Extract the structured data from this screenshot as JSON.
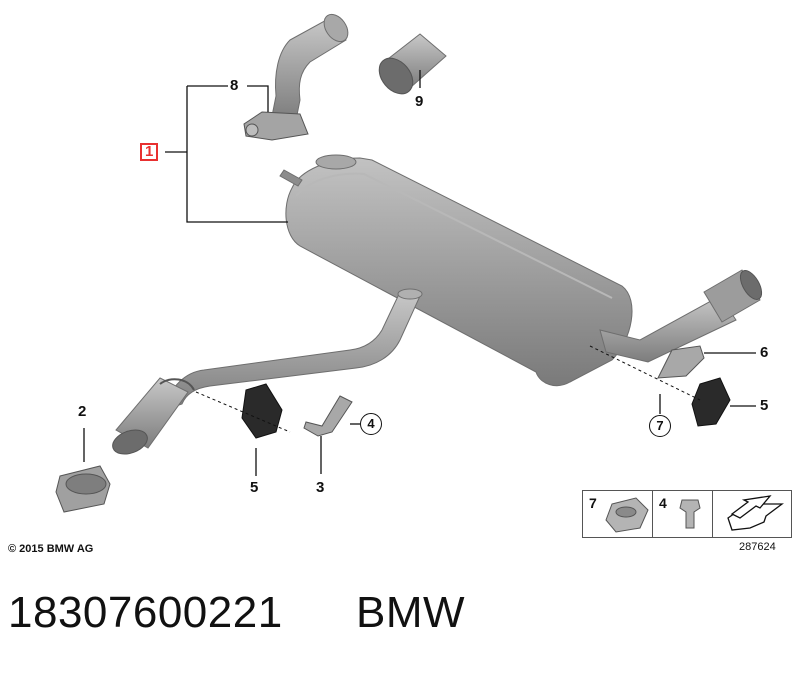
{
  "diagram": {
    "callouts": {
      "c1": "1",
      "c2": "2",
      "c3": "3",
      "c4": "4",
      "c5a": "5",
      "c5b": "5",
      "c6": "6",
      "c7": "7",
      "c8": "8",
      "c9": "9"
    },
    "hardware_table": {
      "cell1": "7",
      "cell2": "4"
    },
    "copyright": "© 2015 BMW AG",
    "diagram_id": "287624"
  },
  "caption": {
    "part_number": "18307600221",
    "brand": "BMW"
  },
  "colors": {
    "part_fill": "#9a9a9a",
    "part_shadow": "#7b7b7b",
    "part_highlight": "#c4c4c4",
    "rubber": "#2a2a2a",
    "highlight_box": "#e83030",
    "leader_lines": "#111111"
  }
}
